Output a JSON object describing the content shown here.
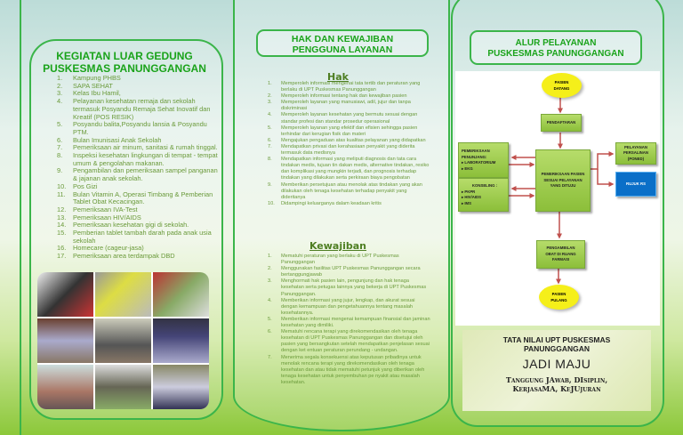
{
  "left": {
    "title": [
      "KEGIATAN  LUAR GEDUNG",
      "PUSKESMAS PANUNGGANGAN"
    ],
    "items": [
      {
        "n": "1.",
        "t": "Kampung PHBS"
      },
      {
        "n": "2.",
        "t": "SAPA SEHAT"
      },
      {
        "n": "3.",
        "t": "Kelas Ibu Hamil,"
      },
      {
        "n": "4.",
        "t": "Pelayanan kesehatan remaja dan sekolah termasuk  Posyandu Remaja Sehat Inovatif dan Kreatif (POS RESIK)"
      },
      {
        "n": "5.",
        "t": "Posyandu balita,Posyandu lansia & Posyandu PTM."
      },
      {
        "n": "6.",
        "t": "Bulan Imunisasi Anak Sekolah"
      },
      {
        "n": "7.",
        "t": "Pemeriksaan air minum, sanitasi & rumah tinggal."
      },
      {
        "n": "8.",
        "t": "Inspeksi kesehatan lingkungan di tempat  - tempat umum & pengolahan makanan."
      },
      {
        "n": "9.",
        "t": "Pengambilan dan pemeriksaan sampel panganan & jajanan anak sekolah."
      },
      {
        "n": "10.",
        "t": "Pos Gizi"
      },
      {
        "n": "11.",
        "t": "Bulan Vitamin A, Operasi Timbang & Pemberian Tablet Obat Kecacingan."
      },
      {
        "n": "12.",
        "t": "Pemeriksaan IVA-Test"
      },
      {
        "n": "13.",
        "t": "Pemeriksaan HIV/AIDS"
      },
      {
        "n": "14.",
        "t": "Pemeriksaan kesehatan gigi di sekolah."
      },
      {
        "n": "15.",
        "t": "Pemberian tablet tambah darah  pada anak usia sekolah"
      },
      {
        "n": "16.",
        "t": "Homecare (cageur-jasa)"
      },
      {
        "n": "17.",
        "t": "Pemeriksaan area terdampak DBD"
      }
    ]
  },
  "middle": {
    "title": [
      "HAK DAN KEWAJIBAN",
      "PENGGUNA LAYANAN"
    ],
    "hak_title": "Hak",
    "hak": [
      {
        "n": "1.",
        "t": "Memperoleh informasi mengenai tata tertib dan peraturan yang berlaku di UPT Puskesmas Panunggangan"
      },
      {
        "n": "2.",
        "t": "Memperoleh informasi tentang hak dan kewajiban pasien"
      },
      {
        "n": "3.",
        "t": "Memperoleh layanan yang manusiawi, adil, jujur dan tanpa diskriminasi"
      },
      {
        "n": "4.",
        "t": "Memperoleh layanan kesehatan          yang bermutu sesuai dengan standar profesi dan standar prosedur operasional"
      },
      {
        "n": "5.",
        "t": "Memperoleh layanan yang efektif dan efisien sehingga pasien terhindar dari      kerugian fisik dan materi"
      },
      {
        "n": "6.",
        "t": "Mengajukan pengaduan atas kualitas pelayanan yang didapatkan"
      },
      {
        "n": "7.",
        "t": "Mendapatkan privasi dan kerahasiaan penyakit yang diderita termasuk data medisnya"
      },
      {
        "n": "8.",
        "t": "Mendapatkan informasi yang meliputi diagnosis dan tata cara tindakan medis, tujuan tin      dakan medis, alternative tindakan, resiko dan komplikasi yang mungkin terjadi, dan prognosis terhadap tindakan yang dilakukan serta perkiraan biaya pengobatan"
      },
      {
        "n": "9.",
        "t": "Memberikan persetujuan atau menolak atas tindakan yang akan dilakukan oleh tenaga kesehatan terhadap penyakit yang dideritanya"
      },
      {
        "n": "10.",
        "t": "Didampingi keluarganya dalam keadaan kritis"
      }
    ],
    "kewajiban_title": "Kewajiban",
    "kewajiban": [
      {
        "n": "1.",
        "t": "Mematuhi peraturan yang berlaku di UPT Puskesmas Panunggangan"
      },
      {
        "n": "2.",
        "t": "Menggunakan fasilitas UPT Puskesmas Panunggangan secara bertanggungjawab"
      },
      {
        "n": "3.",
        "t": "Menghormati hak pasien lain,     pengunjung dan hak tenaga kesehatan serta petugas lainnya yang bekerja di UPT Puskesmas Panunggangan."
      },
      {
        "n": "4.",
        "t": "Memberikan informasi yang jujur, lengkap, dan akurat sesuai dengan kemampuan dan pengetahuannya tentang masalah kesehatannya."
      },
      {
        "n": "5.",
        "t": "Memberikan     informasi     mengenai kemampuan finansial dan jaminan kesehatan yang dimiliki."
      },
      {
        "n": "6.",
        "t": "Mematuhi rencana terapi yang direkomendasikan oleh tenaga kesehatan di UPT Puskesmas Panunggangan dan disetujui oleh pasien yang bersangkutan setelah mendapatkan          penjelasan sesuai dengan ket   entuan peraturan perundang     - undangan."
      },
      {
        "n": "7.",
        "t": "Menerima segala konsekuensi atas keputusan pribadinya untuk menolak rencana terapi yang direkomendasikan oleh tenaga kesehatan dan atau tidak mematuhi petunjuk yang diberikan oleh tenaga kesehatan untuk penyembuhan pe          nyakit atau masalah kesehatan."
      }
    ]
  },
  "right": {
    "title": [
      "ALUR PELAYANAN",
      "PUSKESMAS PANUNGGANGAN"
    ],
    "flow": {
      "start": [
        "PASIEN",
        "DATANG"
      ],
      "registration": "PENDAFTARAN",
      "exam": [
        "PEMERIKSAAN PASIEN",
        "SESUAI PELAYANAN",
        "YANG DITUJU"
      ],
      "support": [
        "PEMERIKSAAN",
        "PENUNJANG:",
        "▸ LABORATORIUM",
        "▸ EKG"
      ],
      "counseling": [
        "KONSELING :",
        "▸ PKPR",
        "▸ HIV/AIDS",
        "▸ IMS"
      ],
      "maternity": [
        "PELAYANAN",
        "PERSALINAN",
        "(PONED)"
      ],
      "referral": "RUJUK RS",
      "pharmacy": [
        "PENGAMBILAN",
        "OBAT DI RUANG",
        "FARMASI"
      ],
      "end": [
        "PASIEN",
        "PULANG"
      ]
    },
    "values": {
      "title": [
        "TATA NILAI UPT PUSKESMAS",
        "PANUNGGANGAN"
      ],
      "motto": "JADI MAJU",
      "desc": [
        "Tanggung JAwab, DIsiplin,",
        "KerjasaMA, KeJUjuran"
      ]
    }
  },
  "colors": {
    "accent": "#1aa31a",
    "border": "#3bb54a",
    "flow_box": "#9ccc4a",
    "referral": "#0a6fc8",
    "ellipse": "#f5ef1a",
    "arrow": "#c0504d"
  }
}
